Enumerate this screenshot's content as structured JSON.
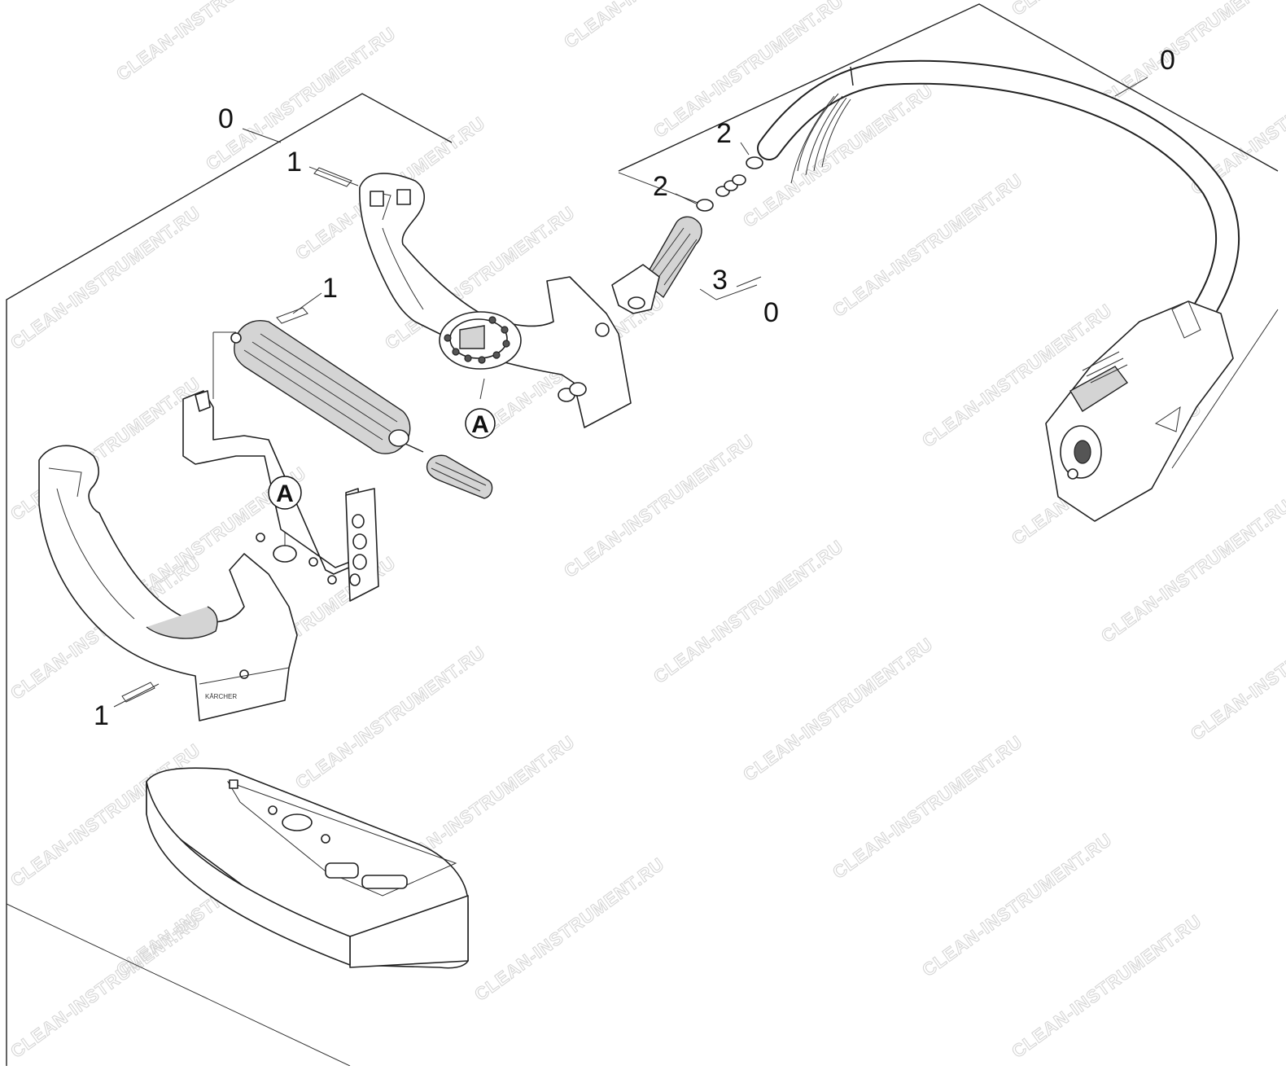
{
  "labels": {
    "zero_left": "0",
    "zero_right": "0",
    "zero_mid": "0",
    "one_top": "1",
    "one_mid": "1",
    "one_bottom": "1",
    "two_upper": "2",
    "two_lower": "2",
    "three": "3",
    "callout_a_upper": "A",
    "callout_a_lower": "A"
  },
  "watermark_text": "CLEAN-INSTRUMENT.RU",
  "brand_on_handle": "KÄRCHER"
}
